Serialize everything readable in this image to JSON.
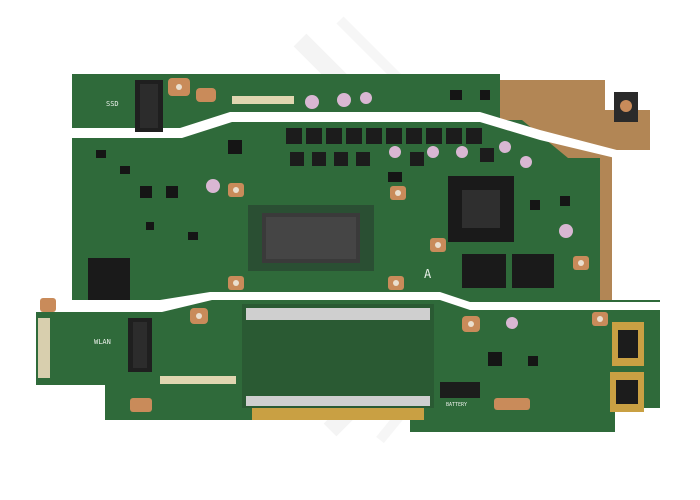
{
  "image": {
    "subject": "motherboard",
    "silkscreen": {
      "ssd": "SSD",
      "wlan": "WLAN",
      "battery": "BATTERY",
      "zone_a": "A"
    },
    "colors": {
      "background": "#ffffff",
      "pcb": "#2f6a3a",
      "pcb_dark": "#214d2a",
      "copper": "#c98b5a",
      "gold": "#c9a043",
      "chip": "#1a1a1a",
      "cpu_die": "#3a3a3a",
      "silkscreen": "#e8efe8",
      "capacitor": "#d9b7d3",
      "watermark": "#f2f2f2"
    }
  }
}
